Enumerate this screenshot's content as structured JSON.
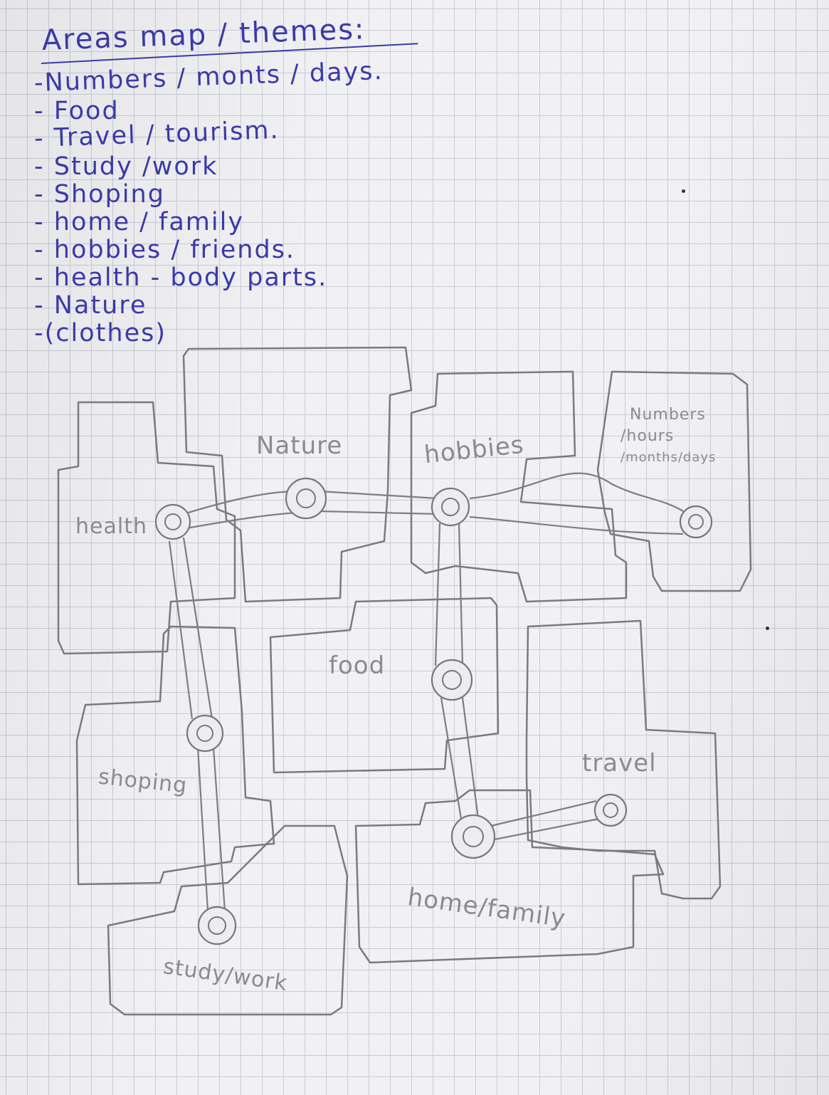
{
  "heading": "Areas map / themes:",
  "themes": [
    "-Numbers / monts / days.",
    "- Food",
    "- Travel / tourism.",
    "- Study /work",
    "- Shoping",
    "- home / family",
    "- hobbies / friends.",
    "- health - body parts.",
    "- Nature",
    "-(clothes)"
  ],
  "map": {
    "nature": "Nature",
    "hobbies": "hobbies",
    "numbers_line1": "Numbers",
    "numbers_line2": "/hours",
    "numbers_line3": "/months/days",
    "health": "health",
    "food": "food",
    "shoping": "shoping",
    "travel": "travel",
    "home_family": "home/family",
    "study_work": "study/work"
  },
  "colors": {
    "ink": "#3a3aa8",
    "pencil": "#7a7a80",
    "paper": "#f1f1f4",
    "grid": "#c9ccd6"
  }
}
